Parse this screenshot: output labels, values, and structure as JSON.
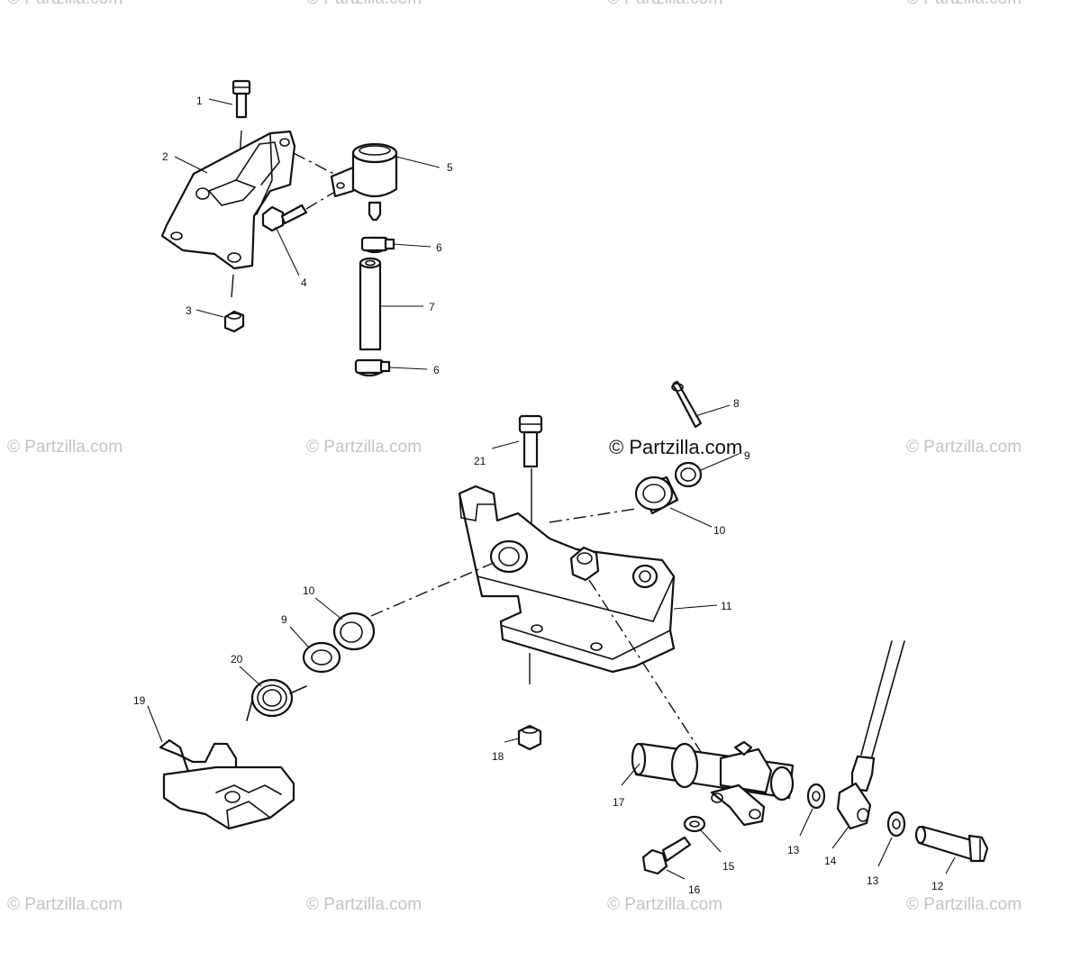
{
  "watermark": "© Partzilla.com",
  "main_watermark": "© Partzilla.com",
  "callouts": [
    "1",
    "2",
    "3",
    "4",
    "5",
    "6",
    "6",
    "7",
    "8",
    "9",
    "10",
    "10",
    "9",
    "11",
    "19",
    "20",
    "21",
    "18",
    "17",
    "13",
    "14",
    "13",
    "12",
    "15",
    "16"
  ],
  "colors": {
    "line": "#111111",
    "watermark": "#c4c4c4",
    "background": "#ffffff"
  }
}
